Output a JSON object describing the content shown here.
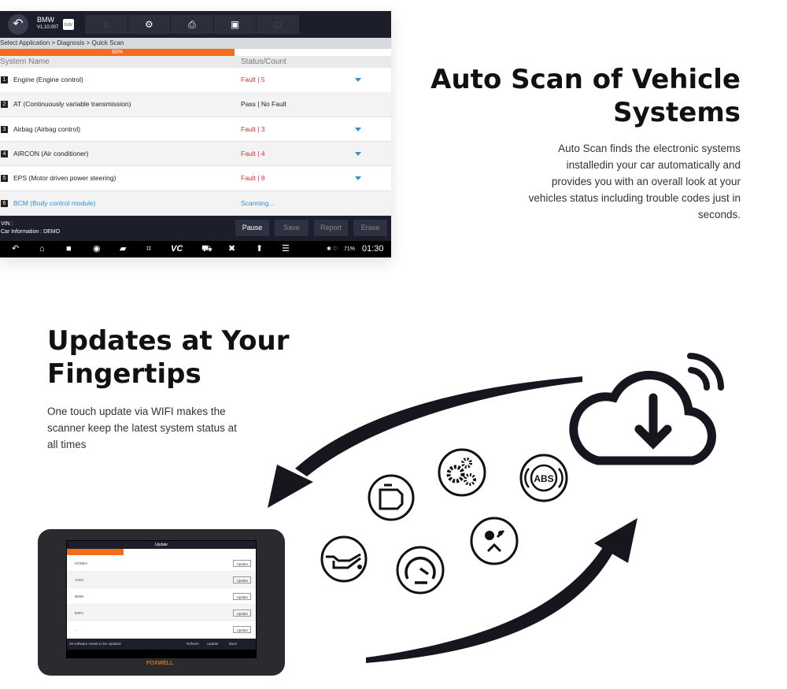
{
  "screen": {
    "vehicle": "BMW",
    "version": "V1.10.007",
    "battery": "0.0V",
    "toolbar": [
      "home-icon",
      "gear-icon",
      "print-icon",
      "image-icon",
      "save-icon"
    ],
    "breadcrumb": "Select Application > Diagnosis > Quick Scan",
    "progress_percent": 60,
    "progress_label": "60%",
    "columns": [
      "System Name",
      "Status/Count"
    ],
    "rows": [
      {
        "num": "1",
        "name": "Engine (Engine control)",
        "status": "Fault | 5",
        "type": "fault",
        "expand": true
      },
      {
        "num": "2",
        "name": "AT (Continuously variable transmission)",
        "status": "Pass | No Fault",
        "type": "pass",
        "expand": false
      },
      {
        "num": "3",
        "name": "Airbag (Airbag control)",
        "status": "Fault | 3",
        "type": "fault",
        "expand": true
      },
      {
        "num": "4",
        "name": "AIRCON (Air conditioner)",
        "status": "Fault | 4",
        "type": "fault",
        "expand": true
      },
      {
        "num": "5",
        "name": "EPS (Motor driven power steering)",
        "status": "Fault | 8",
        "type": "fault",
        "expand": true
      },
      {
        "num": "6",
        "name": "BCM (Body control module)",
        "status": "Scanning...",
        "type": "scan",
        "expand": false
      }
    ],
    "vin": "VIN :",
    "car_info": "Car Information : DEMO",
    "buttons": [
      "Pause",
      "Save",
      "Report",
      "Erase"
    ],
    "status": {
      "battery": "71%",
      "time": "01:30"
    },
    "colors": {
      "accent": "#f36b1c",
      "fault": "#c8343a",
      "scan": "#2f8fd0"
    }
  },
  "section1": {
    "title": "Auto Scan of Vehicle Systems",
    "body": "Auto Scan finds the electronic systems installedin your car automatically and provides you with an overall look at your vehicles status including trouble codes just in seconds."
  },
  "section2": {
    "title": "Updates at Your Fingertips",
    "body": "One touch update via WIFI makes the scanner keep the latest system status at all times"
  },
  "tablet": {
    "title": "Update",
    "rows": [
      "HONDA",
      "AUDI",
      "BMW",
      "BJEV",
      "..."
    ],
    "row_button": "Update",
    "footer_msg": "26 software needs to be updated",
    "buttons": [
      "Refresh",
      "Update",
      "Back"
    ],
    "brand": "FOXWELL"
  },
  "icons": [
    "engine-icon",
    "gears-icon",
    "abs-icon",
    "oil-icon",
    "speedometer-icon",
    "airbag-icon",
    "cloud-download-icon"
  ]
}
